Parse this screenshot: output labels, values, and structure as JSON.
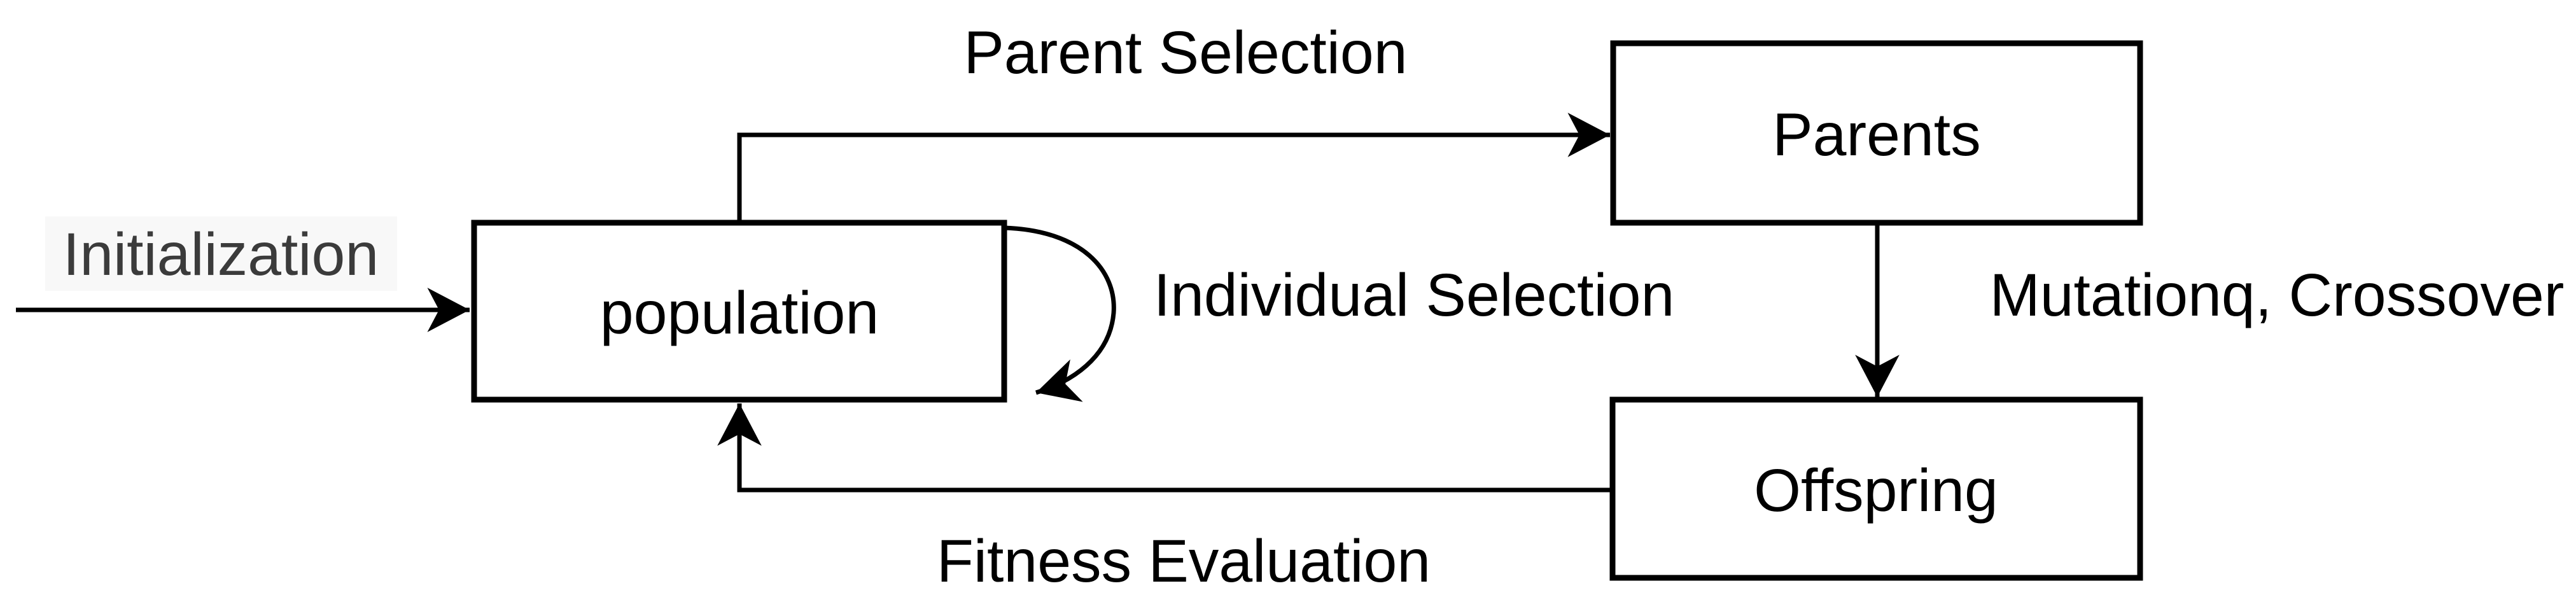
{
  "colors": {
    "background": "#ffffff",
    "box_fill": "#ffffff",
    "box_border": "#000000",
    "line": "#000000",
    "label_text": "#000000",
    "init_label_text": "#3b3b3b",
    "init_label_bg": "#f8f8f8"
  },
  "nodes": {
    "population": {
      "label": "population"
    },
    "parents": {
      "label": "Parents"
    },
    "offspring": {
      "label": "Offspring"
    }
  },
  "edges": {
    "initialization": {
      "label": "Initialization",
      "to": "population"
    },
    "parent_selection": {
      "label": "Parent Selection",
      "from": "population",
      "to": "parents"
    },
    "mutation_crossover": {
      "label": "Mutationq, Crossover",
      "from": "parents",
      "to": "offspring"
    },
    "fitness_evaluation": {
      "label": "Fitness Evaluation",
      "from": "offspring",
      "to": "population"
    },
    "individual_selection": {
      "label": "Individual Selection",
      "from": "population",
      "to": "population"
    }
  }
}
